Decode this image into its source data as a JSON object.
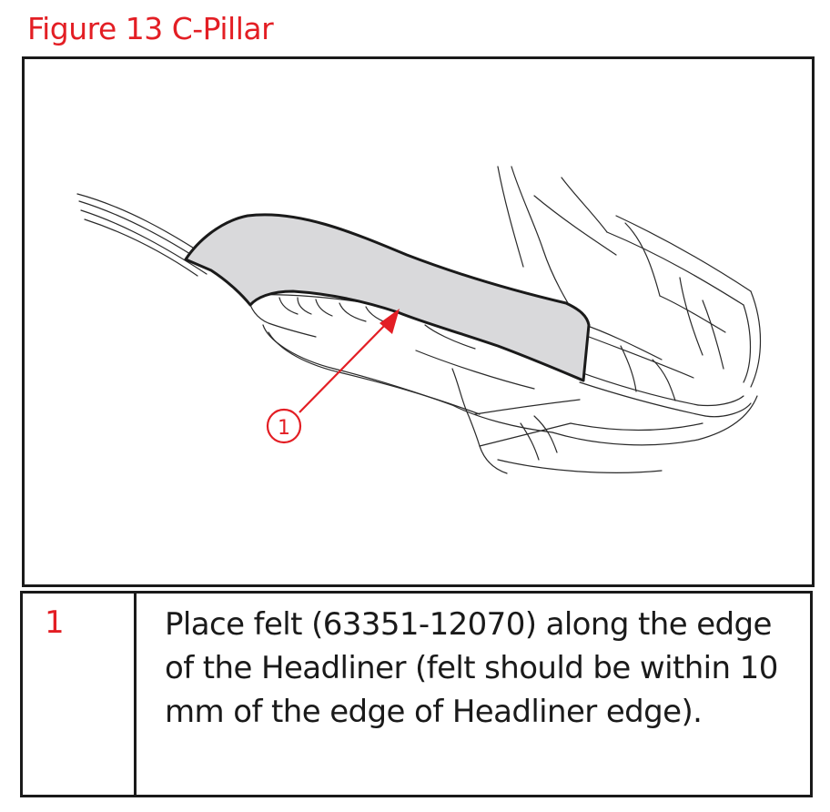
{
  "figure": {
    "title": "Figure 13 C-Pillar"
  },
  "illustration": {
    "callout_label": "1",
    "callout_color": "#e31e24",
    "felt_fill": "#d9d9db",
    "line_color": "#2a2a2a"
  },
  "callouts": [
    {
      "number": "1",
      "text": "Place felt (63351-12070) along the edge of the Headliner (felt should be within 10 mm of the edge of Headliner edge)."
    }
  ],
  "colors": {
    "accent": "#e31e24",
    "border": "#1a1a1a"
  }
}
